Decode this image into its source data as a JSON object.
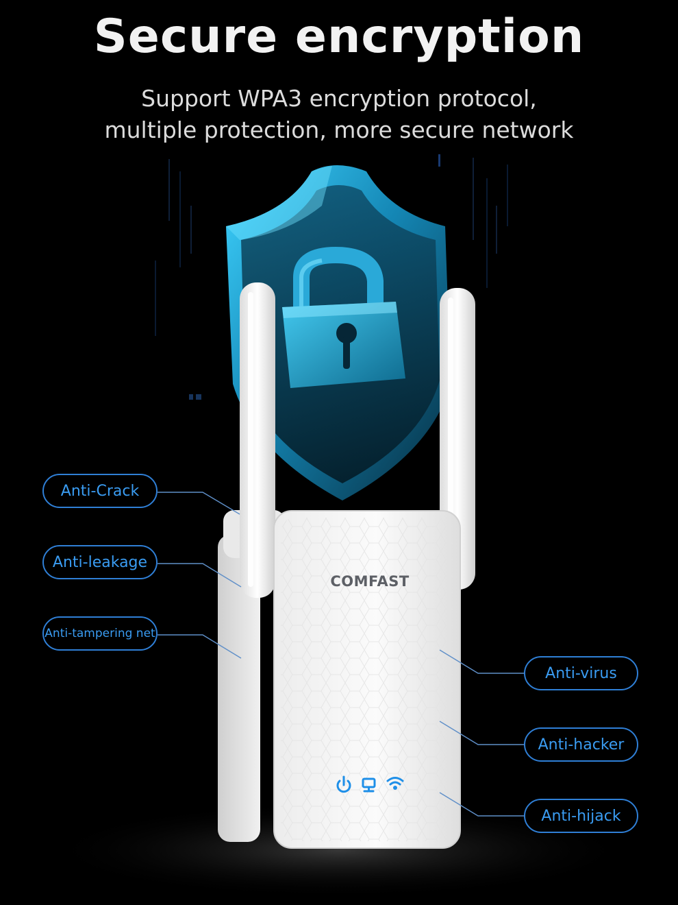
{
  "header": {
    "title": "Secure encryption",
    "subtitle_line1": "Support WPA3 encryption protocol,",
    "subtitle_line2": "multiple protection, more secure network"
  },
  "product": {
    "brand": "COMFAST",
    "indicators": [
      "power-icon",
      "lan-icon",
      "wifi-icon"
    ],
    "indicator_color": "#1e8fe8"
  },
  "features_left": [
    "Anti-Crack",
    "Anti-leakage",
    "Anti-tampering net"
  ],
  "features_right": [
    "Anti-virus",
    "Anti-hacker",
    "Anti-hijack"
  ],
  "colors": {
    "background": "#000000",
    "accent": "#3a9cf2",
    "pill_border": "#2f7fd6",
    "shield": "#1fb6e8",
    "title": "#f2f2f2"
  }
}
